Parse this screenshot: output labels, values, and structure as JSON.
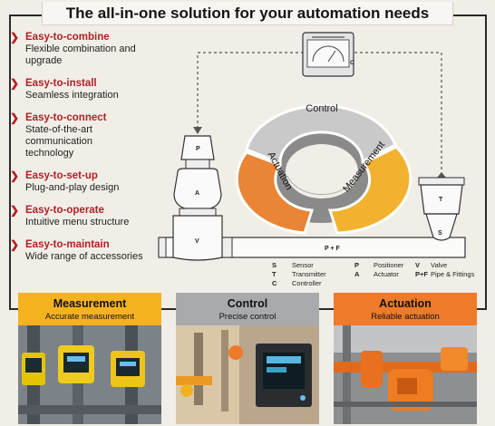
{
  "title": "The all-in-one solution for your automation needs",
  "features": [
    {
      "title": "Easy-to-combine",
      "desc": [
        "Flexible combination and",
        "upgrade"
      ]
    },
    {
      "title": "Easy-to-install",
      "desc": [
        "Seamless integration"
      ]
    },
    {
      "title": "Easy-to-connect",
      "desc": [
        "State-of-the-art",
        "communication",
        "technology"
      ]
    },
    {
      "title": "Easy-to-set-up",
      "desc": [
        "Plug-and-play design"
      ]
    },
    {
      "title": "Easy-to-operate",
      "desc": [
        "Intuitive menu structure"
      ]
    },
    {
      "title": "Easy-to-maintain",
      "desc": [
        "Wide range of accessories"
      ]
    }
  ],
  "ring": {
    "control": "Control",
    "actuation": "Actuation",
    "measurement": "Measurement"
  },
  "device_labels": {
    "controller": "C",
    "positioner": "P",
    "actuator": "A",
    "valve": "V",
    "transmitter": "T",
    "sensor": "S",
    "pipe": "P + F"
  },
  "legend": [
    {
      "code": "S",
      "name": "Sensor"
    },
    {
      "code": "T",
      "name": "Transmitter"
    },
    {
      "code": "C",
      "name": "Controller"
    },
    {
      "code": "P",
      "name": "Positioner"
    },
    {
      "code": "A",
      "name": "Actuator"
    },
    {
      "code": "V",
      "name": "Valve"
    },
    {
      "code": "P+F",
      "name": "Pipe & Fittings"
    }
  ],
  "panels": [
    {
      "title": "Measurement",
      "subtitle": "Accurate measurement",
      "color": "#f5b21f"
    },
    {
      "title": "Control",
      "subtitle": "Precise control",
      "color": "#a9aaab"
    },
    {
      "title": "Actuation",
      "subtitle": "Reliable actuation",
      "color": "#ee7a2a"
    }
  ],
  "colors": {
    "accent": "#b22027",
    "ring_control": "#b9b9b9",
    "ring_actuation": "#e98534",
    "ring_measurement": "#f2b230"
  },
  "icons": [
    "chevron-right-icon",
    "controller-display-icon",
    "valve-positioner-icon",
    "transmitter-icon"
  ]
}
